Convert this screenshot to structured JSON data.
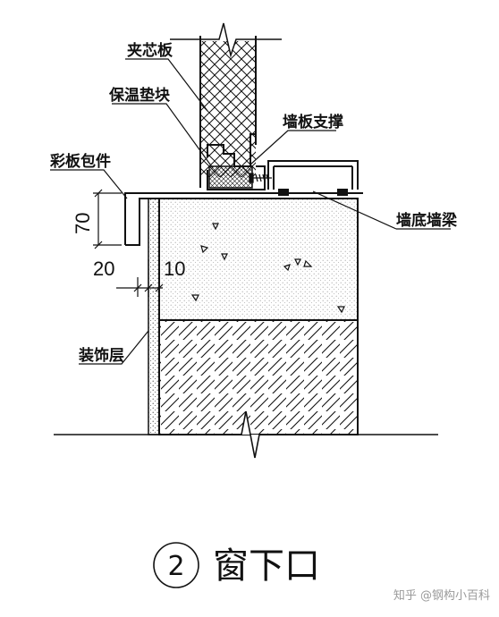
{
  "labels": {
    "sandwich_panel": "夹芯板",
    "insulation_block": "保温垫块",
    "wall_panel_support": "墙板支撑",
    "color_steel_flashing": "彩板包件",
    "wall_bottom_beam": "墙底墙梁",
    "decorative_layer": "装饰层"
  },
  "dimensions": {
    "height": "70",
    "left_gap": "20",
    "right_gap": "10"
  },
  "detail": {
    "number": "2",
    "title": "窗下口"
  },
  "watermark": "知乎 @钢构小百科"
}
